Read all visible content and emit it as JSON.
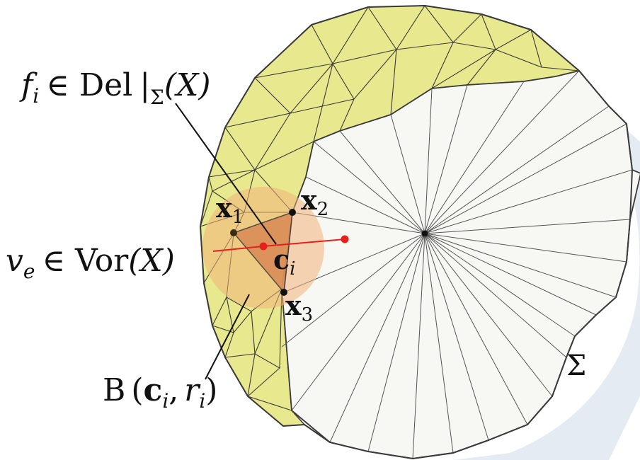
{
  "labels": {
    "f_sym": "f",
    "f_sub": "i",
    "in1": "∈ Del",
    "bar": "|",
    "sigma_sub": "Σ",
    "f_arg": "(X)",
    "v_sym": "v",
    "v_sub": "e",
    "in2": "∈ Vor",
    "v_arg": "(X)",
    "b_main": "B",
    "b_open": "(",
    "b_c": "c",
    "b_c_sub": "i",
    "b_comma": ",",
    "b_r": "r",
    "b_r_sub": "i",
    "b_close": ")",
    "sigma": "Σ",
    "x1": "x",
    "x1_sub": "1",
    "x2": "x",
    "x2_sub": "2",
    "x3": "x",
    "x3_sub": "3",
    "c": "c",
    "c_sub": "i"
  },
  "colors": {
    "yellow_fill": "#e8e88e",
    "white_fill": "#f7f8f4",
    "edge": "#3a3a3a",
    "shadow": "#dde6ef",
    "ball": "#f3b37a",
    "face": "#d98a55",
    "red": "#e8201c",
    "vertex": "#111111"
  }
}
